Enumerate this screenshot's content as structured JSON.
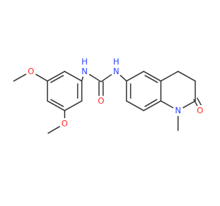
{
  "colors": {
    "background": "#ffffff",
    "bond": "#3a3a3a",
    "oxygen": "#ff2a2a",
    "nitrogen": "#2f43ff"
  },
  "atoms": {
    "o_top_methoxy": {
      "text": "O",
      "color": "oxygen"
    },
    "o_bottom_methoxy": {
      "text": "O",
      "color": "oxygen"
    },
    "n_urea_left": {
      "text": "N",
      "h": "H",
      "color": "nitrogen"
    },
    "n_urea_right": {
      "text": "N",
      "h": "H",
      "color": "nitrogen"
    },
    "o_urea": {
      "text": "O",
      "color": "oxygen"
    },
    "n_ring": {
      "text": "N",
      "color": "nitrogen"
    },
    "o_lactam": {
      "text": "O",
      "color": "oxygen"
    }
  }
}
